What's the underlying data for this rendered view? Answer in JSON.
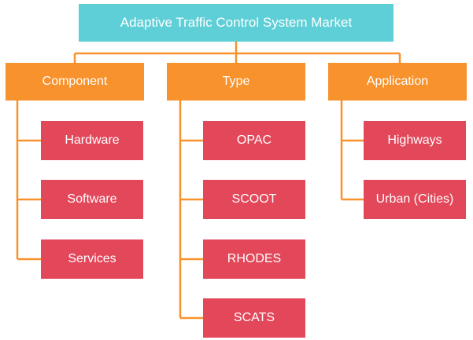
{
  "root": {
    "label": "Adaptive Traffic Control System Market"
  },
  "categories": [
    {
      "label": "Component",
      "items": [
        "Hardware",
        "Software",
        "Services"
      ]
    },
    {
      "label": "Type",
      "items": [
        "OPAC",
        "SCOOT",
        "RHODES",
        "SCATS"
      ]
    },
    {
      "label": "Application",
      "items": [
        "Highways",
        "Urban (Cities)"
      ]
    }
  ],
  "colors": {
    "root": "#5ecfd6",
    "category": "#f7922c",
    "leaf": "#e3475a",
    "connector": "#f7922c"
  }
}
